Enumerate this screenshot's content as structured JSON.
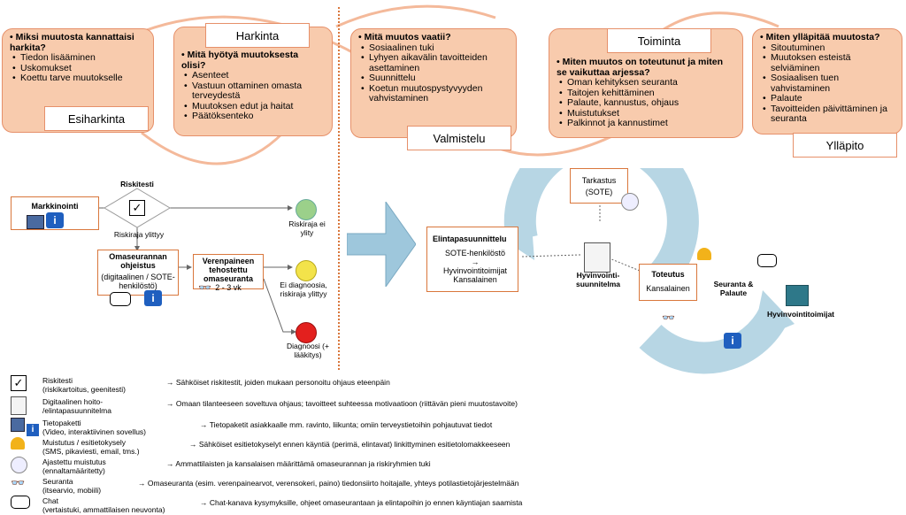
{
  "colors": {
    "box_fill": "#f8cbad",
    "box_border": "#e6906a",
    "arrow_blue": "#9ec7dc",
    "divider": "#d9773c"
  },
  "top": {
    "esiharkinta": {
      "question": "Miksi muutosta kannattaisi harkita?",
      "items": [
        "Tiedon lisääminen",
        "Uskomukset",
        "Koettu tarve muutokselle"
      ],
      "label": "Esiharkinta"
    },
    "harkinta": {
      "label": "Harkinta",
      "question": "Mitä hyötyä muutoksesta olisi?",
      "items": [
        "Asenteet",
        "Vastuun ottaminen omasta terveydestä",
        "Muutoksen edut ja haitat",
        "Päätöksenteko"
      ]
    },
    "valmistelu": {
      "question": "Mitä muutos vaatii?",
      "items": [
        "Sosiaalinen tuki",
        "Lyhyen aikavälin tavoitteiden asettaminen",
        "Suunnittelu",
        "Koetun muutospystyvyyden vahvistaminen"
      ],
      "label": "Valmistelu"
    },
    "toiminta": {
      "label": "Toiminta",
      "question": "Miten muutos on toteutunut ja miten se vaikuttaa arjessa?",
      "items": [
        "Oman kehityksen seuranta",
        "Taitojen kehittäminen",
        "Palaute, kannustus, ohjaus",
        "Muistutukset",
        "Palkinnot ja kannustimet"
      ]
    },
    "yllapito": {
      "question": "Miten ylläpitää muutosta?",
      "items": [
        "Sitoutuminen",
        "Muutoksen esteistä selviäminen",
        "Sosiaalisen tuen vahvistaminen",
        "Palaute",
        "Tavoitteiden päivittäminen ja seuranta"
      ],
      "label": "Ylläpito"
    }
  },
  "flow": {
    "markkinointi": "Markkinointi",
    "riskitesti": "Riskitesti",
    "riskiraja_ylittyy": "Riskiraja ylittyy",
    "riskiraja_ei_ylity": "Riskiraja ei ylity",
    "omaseuranta_title": "Omaseurannan ohjeistus",
    "omaseuranta_sub": "(digitaalinen / SOTE-henkilöstö)",
    "verenpaine_title": "Verenpaineen tehostettu omaseuranta",
    "verenpaine_sub": "2 - 3 vk",
    "ei_diagnoosia": "Ei diagnoosia, riskiraja ylittyy",
    "diagnoosi": "Diagnoosi (+ lääkitys)"
  },
  "cycle": {
    "tarkastus_title": "Tarkastus",
    "tarkastus_sub": "(SOTE)",
    "elintapa_title": "Elintapasuunnittelu",
    "elintapa_line1": "SOTE-henkilöstö",
    "elintapa_line2": "Hyvinvointitoimijat",
    "elintapa_line3": "Kansalainen",
    "hyvinvointisuunnitelma": "Hyvinvointi-suunnitelma",
    "toteutus_title": "Toteutus",
    "toteutus_sub": "Kansalainen",
    "seuranta": "Seuranta & Palaute",
    "hyvinvointitoimijat": "Hyvinvointitoimijat"
  },
  "legend": [
    {
      "icon": "checkbox-icon",
      "name": "Riskitesti",
      "sub": "(riskikartoitus, geenitesti)",
      "desc": "Sähköiset riskitestit, joiden mukaan personoitu ohjaus eteenpäin"
    },
    {
      "icon": "clipboard-icon",
      "name": "Digitaalinen hoito-",
      "sub": "/elintapasuunnitelma",
      "desc": "Omaan tilanteeseen soveltuva ohjaus; tavoitteet suhteessa motivaatioon (riittävän pieni muutostavoite)"
    },
    {
      "icon": "film-info-icon",
      "name": "Tietopaketti",
      "sub": "(Video, interaktiivinen sovellus)",
      "desc": "Tietopaketit asiakkaalle mm. ravinto, liikunta; omiin terveystietoihin pohjautuvat tiedot"
    },
    {
      "icon": "bell-icon",
      "name": "Muistutus / esitietokysely",
      "sub": "(SMS, pikaviesti, email, tms.)",
      "desc": "Sähköiset esitietokyselyt ennen käyntiä (perimä, elintavat)  linkittyminen esitietolomakkeeseen"
    },
    {
      "icon": "clock-icon",
      "name": "Ajastettu muistutus",
      "sub": "(ennaltamääritetty)",
      "desc": "Ammattilaisten ja kansalaisen määrittämä omaseurannan ja riskiryhmien tuki"
    },
    {
      "icon": "glasses-icon",
      "name": "Seuranta",
      "sub": "(itsearvio, mobiili)",
      "desc": "Omaseuranta (esim. verenpainearvot, verensokeri, paino)  tiedonsiirto hoitajalle, yhteys potilastietojärjestelmään"
    },
    {
      "icon": "chat-icon",
      "name": "Chat",
      "sub": "(vertaistuki, ammattilaisen neuvonta)",
      "desc": "Chat-kanava kysymyksille, ohjeet omaseurantaan ja elintapoihin jo ennen käyntiajan saamista"
    }
  ],
  "arrow_glyph": "→"
}
